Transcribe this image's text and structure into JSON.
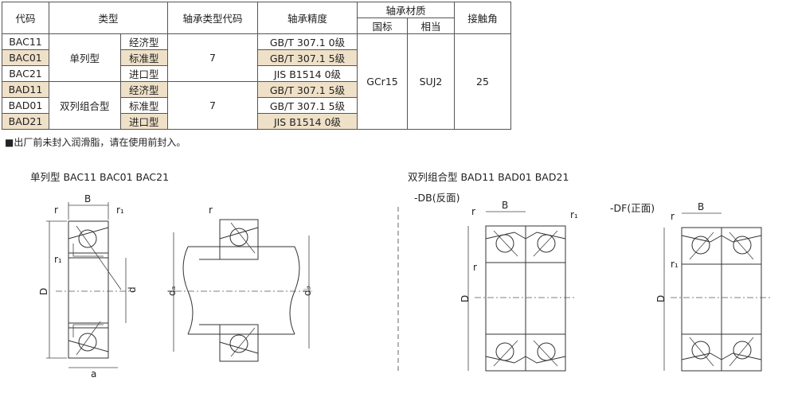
{
  "table": {
    "headers": {
      "code": "代码",
      "type": "类型",
      "type_code": "轴承类型代码",
      "precision": "轴承精度",
      "material": "轴承材质",
      "mat_cn": "国标",
      "mat_eq": "相当",
      "angle": "接触角"
    },
    "groups": [
      {
        "name": "单列型",
        "type_code": "7",
        "rows": [
          {
            "code": "BAC11",
            "sub": "经济型",
            "precision": "GB/T 307.1 0级"
          },
          {
            "code": "BAC01",
            "sub": "标准型",
            "precision": "GB/T 307.1 5级"
          },
          {
            "code": "BAC21",
            "sub": "进口型",
            "precision": "JIS B1514 0级"
          }
        ]
      },
      {
        "name": "双列组合型",
        "type_code": "7",
        "rows": [
          {
            "code": "BAD11",
            "sub": "经济型",
            "precision": "GB/T 307.1 5级"
          },
          {
            "code": "BAD01",
            "sub": "标准型",
            "precision": "GB/T 307.1 5级"
          },
          {
            "code": "BAD21",
            "sub": "进口型",
            "precision": "JIS B1514 0级"
          }
        ]
      }
    ],
    "material_cn": "GCr15",
    "material_eq": "SUJ2",
    "contact_angle": "25",
    "highlight_color": "#efe1c8"
  },
  "note": "■出厂前未封入润滑脂，请在使用前封入。",
  "captions": {
    "single": "单列型  BAC11 BAC01  BAC21",
    "double": "双列组合型  BAD11  BAD01  BAD21",
    "db": "-DB(反面)",
    "df": "-DF(正面)"
  },
  "dims": {
    "B": "B",
    "D": "D",
    "d": "d",
    "a": "a",
    "da": "dₐ",
    "db": "d♭",
    "r": "r",
    "r1": "r₁"
  }
}
